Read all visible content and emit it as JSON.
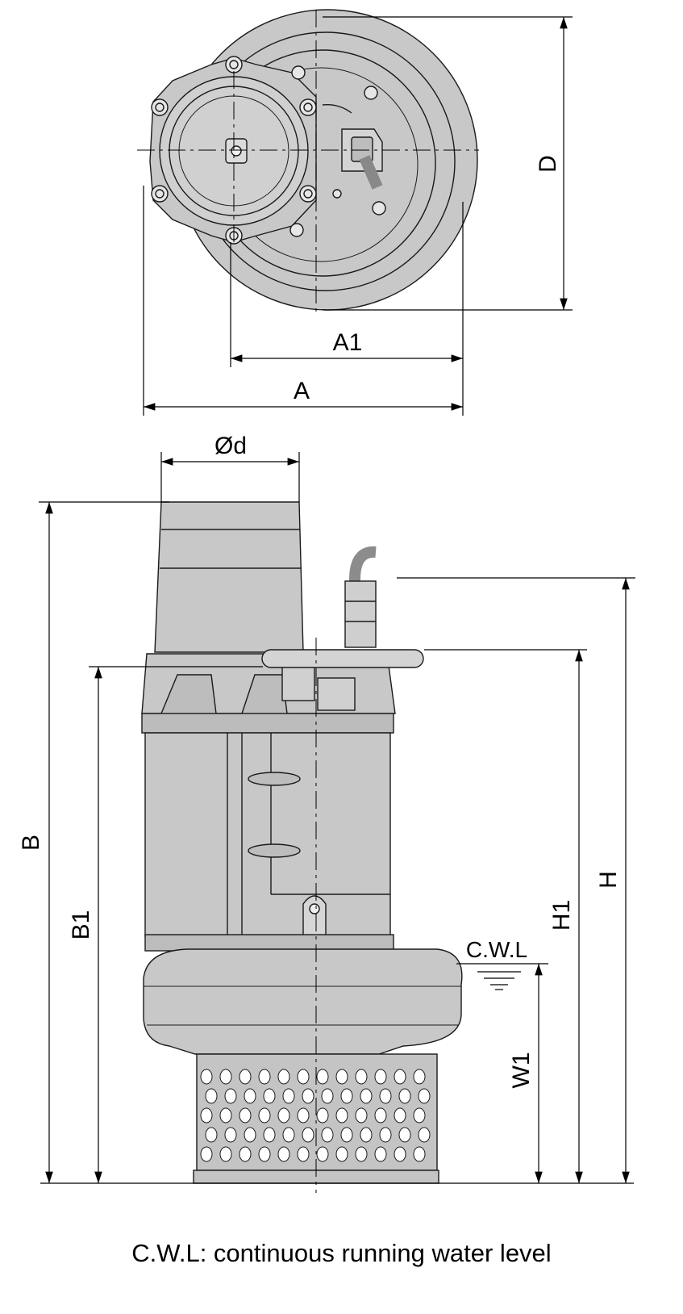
{
  "labels": {
    "D": "D",
    "A1": "A1",
    "A": "A",
    "Od": "Ød",
    "B": "B",
    "B1": "B1",
    "H": "H",
    "H1": "H1",
    "W1": "W1",
    "CWL": "C.W.L"
  },
  "caption": "C.W.L: continuous running water level",
  "colors": {
    "body": "#c8c8c8",
    "line": "#1a1a1a",
    "hole": "#ffffff"
  }
}
